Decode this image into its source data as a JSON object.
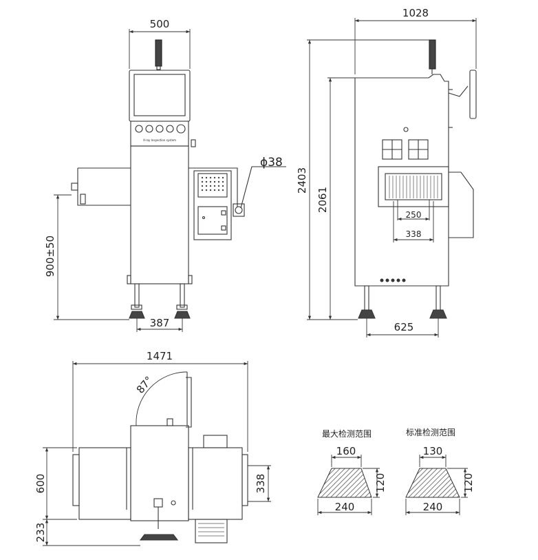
{
  "front_view": {
    "width_top": "500",
    "height_conveyor": "900±50",
    "foot_span": "387",
    "diameter": "ϕ38",
    "panel_text": "X-ray Inspection system"
  },
  "side_view": {
    "width_top": "1028",
    "height_total": "2403",
    "height_body": "2061",
    "tunnel_inner": "250",
    "tunnel_outer": "338",
    "foot_span": "625"
  },
  "top_view": {
    "length": "1471",
    "angle": "87°",
    "depth": "600",
    "offset": "233",
    "tunnel": "338"
  },
  "sections": [
    {
      "title": "最大检测范围",
      "top": "160",
      "bottom": "240",
      "height": "120"
    },
    {
      "title": "标准检测范围",
      "top": "130",
      "bottom": "240",
      "height": "120"
    }
  ]
}
